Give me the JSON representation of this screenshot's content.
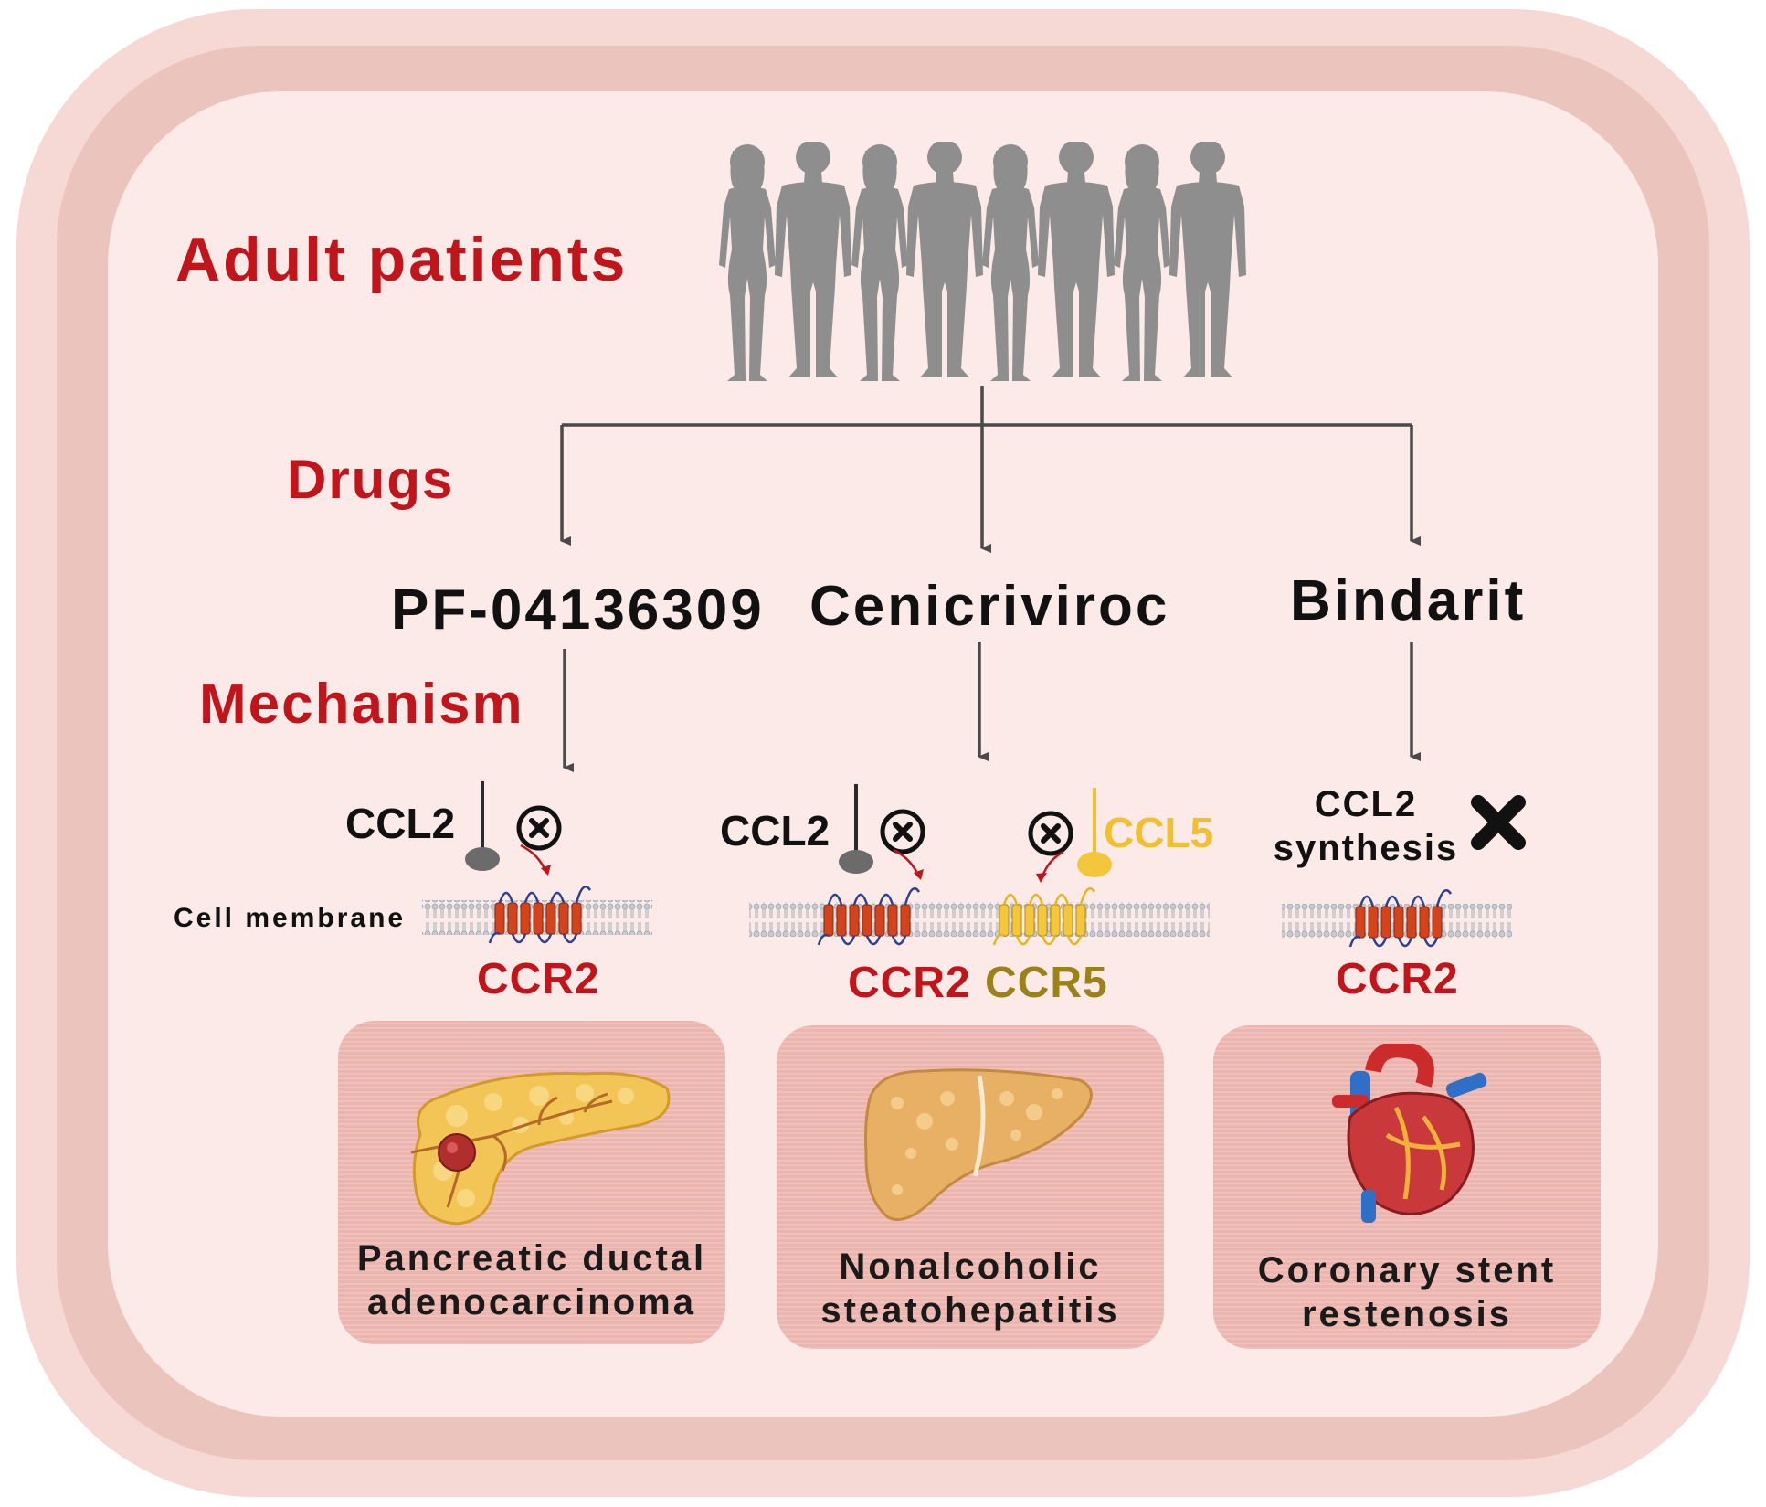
{
  "labels": {
    "adult_patients": "Adult patients",
    "drugs": "Drugs",
    "mechanism": "Mechanism",
    "cell_membrane": "Cell membrane"
  },
  "drugs": [
    {
      "name": "PF-04136309"
    },
    {
      "name": "Cenicriviroc"
    },
    {
      "name": "Bindarit"
    }
  ],
  "mechanisms": {
    "pf": {
      "ligand": "CCL2",
      "receptor": "CCR2"
    },
    "cenicriviroc": {
      "ligand_1": "CCL2",
      "ligand_2": "CCL5",
      "receptor_1": "CCR2",
      "receptor_2": "CCR5"
    },
    "bindarit": {
      "ligand_line_1": "CCL2",
      "ligand_line_2": "synthesis",
      "receptor": "CCR2"
    }
  },
  "diseases": [
    {
      "line1": "Pancreatic ductal",
      "line2": "adenocarcinoma",
      "icon": "pancreas-icon"
    },
    {
      "line1": "Nonalcoholic",
      "line2": "steatohepatitis",
      "icon": "liver-icon"
    },
    {
      "line1": "Coronary stent",
      "line2": "restenosis",
      "icon": "heart-icon"
    }
  ],
  "colors": {
    "title_red": "#c0151b",
    "ccr2_red": "#c0151b",
    "ccr5_olive": "#9a8219",
    "ccl5_yellow": "#f0c030",
    "receptor_orange": "#d4441c",
    "receptor_yellow": "#f4c63c",
    "silhouette_gray": "#8e8e8e",
    "panel_pink": "#f0b9b2"
  }
}
